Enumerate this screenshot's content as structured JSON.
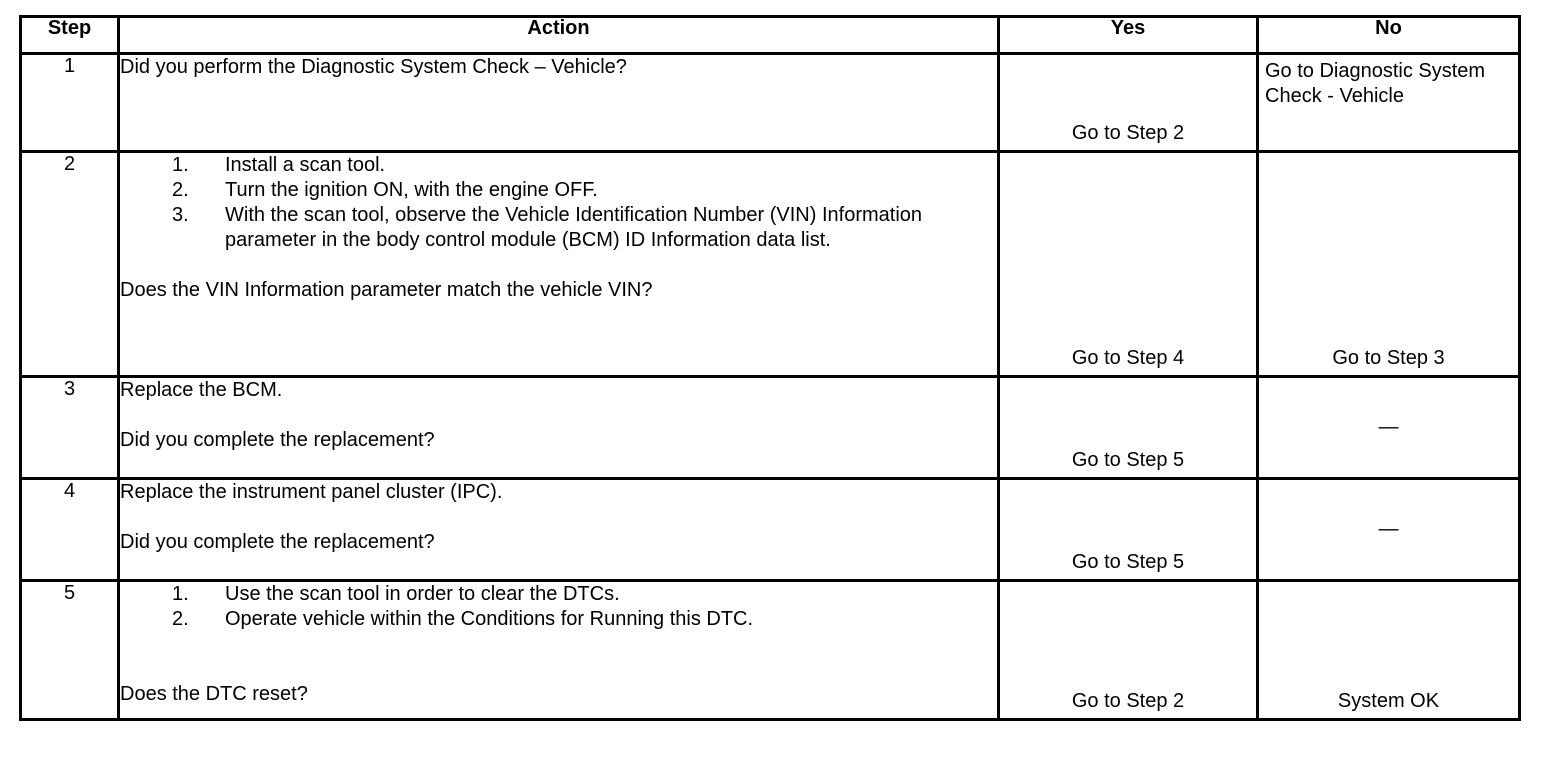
{
  "document": {
    "kind": "diagnostic-troubleshooting-table"
  },
  "table": {
    "headers": {
      "step": "Step",
      "action": "Action",
      "yes": "Yes",
      "no": "No"
    },
    "rows": [
      {
        "step": "1",
        "action": {
          "lead": "Did you perform the Diagnostic System Check – Vehicle?",
          "list": [],
          "question": ""
        },
        "yes": "Go to Step 2",
        "no": "Go to Diagnostic System Check - Vehicle"
      },
      {
        "step": "2",
        "action": {
          "lead": "",
          "list": [
            {
              "num": "1.",
              "text": "Install a scan tool."
            },
            {
              "num": "2.",
              "text": "Turn the ignition ON, with the engine OFF."
            },
            {
              "num": "3.",
              "text": "With the scan tool, observe the Vehicle Identification Number (VIN) Information parameter in the body control module (BCM) ID Information data list."
            }
          ],
          "question": "Does the VIN Information parameter match the vehicle VIN?"
        },
        "yes": "Go to Step 4",
        "no": "Go to Step 3"
      },
      {
        "step": "3",
        "action": {
          "lead": "Replace the BCM.",
          "list": [],
          "question": "Did you complete the replacement?"
        },
        "yes": "Go to Step 5",
        "no": "—"
      },
      {
        "step": "4",
        "action": {
          "lead": "Replace the instrument panel cluster (IPC).",
          "list": [],
          "question": "Did you complete the replacement?"
        },
        "yes": "Go to Step 5",
        "no": "—"
      },
      {
        "step": "5",
        "action": {
          "lead": "",
          "list": [
            {
              "num": "1.",
              "text": "Use the scan tool in order to clear the DTCs."
            },
            {
              "num": "2.",
              "text": "Operate vehicle within the Conditions for Running this DTC."
            }
          ],
          "question": "Does the DTC reset?"
        },
        "yes": "Go to Step 2",
        "no": "System OK"
      }
    ]
  },
  "colors": {
    "border": "#000000",
    "background": "#ffffff",
    "text": "#000000"
  }
}
